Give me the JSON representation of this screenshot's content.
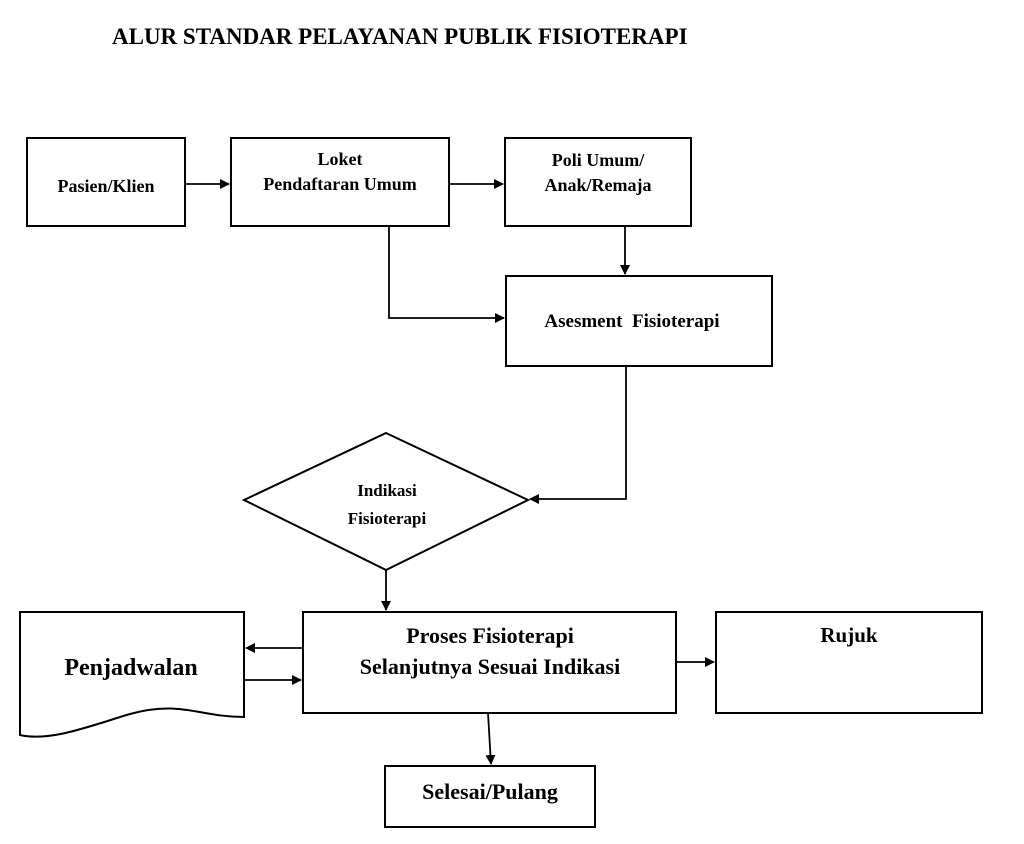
{
  "title": "ALUR STANDAR PELAYANAN PUBLIK FISIOTERAPI",
  "nodes": {
    "pasien": "Pasien/Klien",
    "loket_line1": "Loket",
    "loket_line2": "Pendaftaran Umum",
    "poli_line1": "Poli Umum/",
    "poli_line2": "Anak/Remaja",
    "asesment": "Asesment  Fisioterapi",
    "indikasi_line1": "Indikasi",
    "indikasi_line2": "Fisioterapi",
    "penjadwalan": "Penjadwalan",
    "proses_line1": "Proses Fisioterapi",
    "proses_line2": "Selanjutnya Sesuai Indikasi",
    "rujuk": "Rujuk",
    "selesai": "Selesai/Pulang"
  }
}
